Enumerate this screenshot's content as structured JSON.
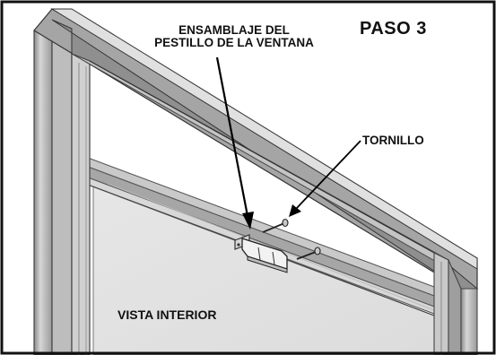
{
  "step": "PASO 3",
  "callouts": {
    "latch_assembly_line1": "ENSAMBLAJE DEL",
    "latch_assembly_line2": "PESTILLO DE LA VENTANA",
    "screw": "TORNILLO"
  },
  "view_label": "VISTA INTERIOR",
  "colors": {
    "frame_light": "#d2d2d2",
    "frame_mid": "#a9a9a9",
    "frame_dark": "#6e6e6e",
    "glass": "#e2e2e2",
    "opening": "#ffffff",
    "border": "#111111"
  }
}
